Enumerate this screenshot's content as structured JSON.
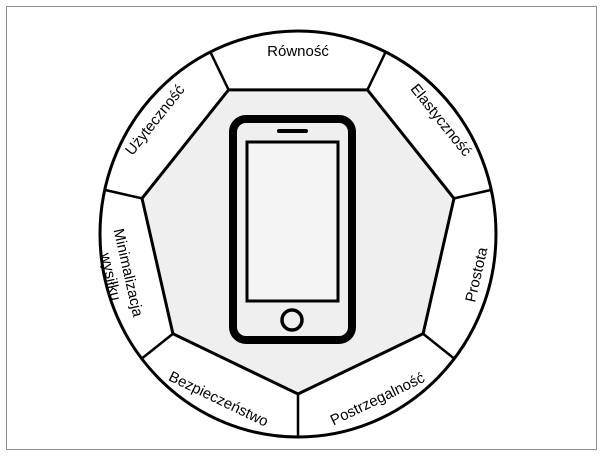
{
  "diagram": {
    "center_icon": "smartphone-icon",
    "segments": [
      {
        "id": "rownosc",
        "lines": [
          "Równość"
        ]
      },
      {
        "id": "elastycznosc",
        "lines": [
          "Elastyczność"
        ]
      },
      {
        "id": "prostota",
        "lines": [
          "Prostota"
        ]
      },
      {
        "id": "postrzegalnosc",
        "lines": [
          "Postrzegalność"
        ]
      },
      {
        "id": "bezpieczenstwo",
        "lines": [
          "Bezpieczeństwo"
        ]
      },
      {
        "id": "minimalizacja-wysilku",
        "lines": [
          "Minimalizacja",
          "wysiłku"
        ]
      },
      {
        "id": "uzytecznosc",
        "lines": [
          "Użyteczność"
        ]
      }
    ],
    "colors": {
      "segment_fill": "#ffffff",
      "segment_stroke": "#000000",
      "inner_fill": "#efefef",
      "icon_stroke": "#000000",
      "screen_fill": "#f4f4f4"
    }
  }
}
